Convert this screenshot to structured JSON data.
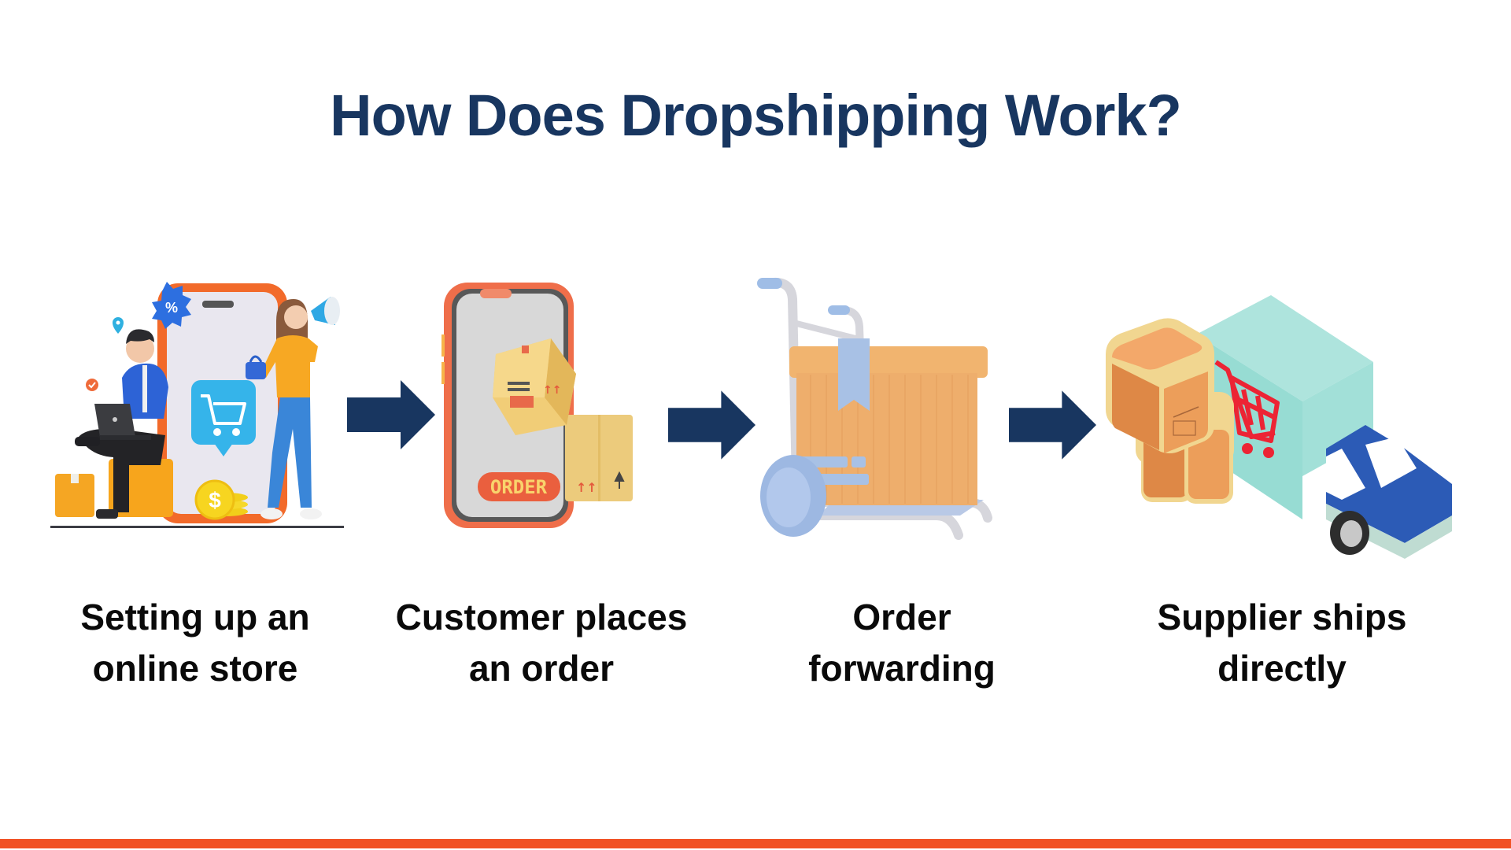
{
  "title": "How Does Dropshipping Work?",
  "colors": {
    "title": "#183660",
    "arrow": "#183660",
    "label": "#0a0a0a",
    "accent_bar": "#f15124",
    "background": "#ffffff"
  },
  "steps": [
    {
      "line1": "Setting up an",
      "line2": "online store",
      "illustration": "online-store-illustration",
      "illustration_elements": [
        "smartphone",
        "shopping-cart-bubble",
        "percent-badge",
        "location-pin",
        "check-badge",
        "man-with-laptop",
        "woman-with-megaphone",
        "handbag",
        "dollar-coins",
        "boxes"
      ]
    },
    {
      "line1": "Customer places",
      "line2": "an order",
      "illustration": "phone-order-illustration",
      "illustration_elements": [
        "smartphone",
        "parcel-box",
        "parcel-box"
      ],
      "phone_button": "ORDER"
    },
    {
      "line1": "Order",
      "line2": "forwarding",
      "illustration": "hand-truck-illustration",
      "illustration_elements": [
        "hand-truck",
        "cardboard-box"
      ]
    },
    {
      "line1": "Supplier ships",
      "line2": "directly",
      "illustration": "delivery-truck-illustration",
      "illustration_elements": [
        "delivery-truck",
        "shopping-cart-logo",
        "stacked-boxes"
      ]
    }
  ],
  "arrows": [
    {
      "name": "arrow-right-icon"
    },
    {
      "name": "arrow-right-icon"
    },
    {
      "name": "arrow-right-icon"
    }
  ]
}
